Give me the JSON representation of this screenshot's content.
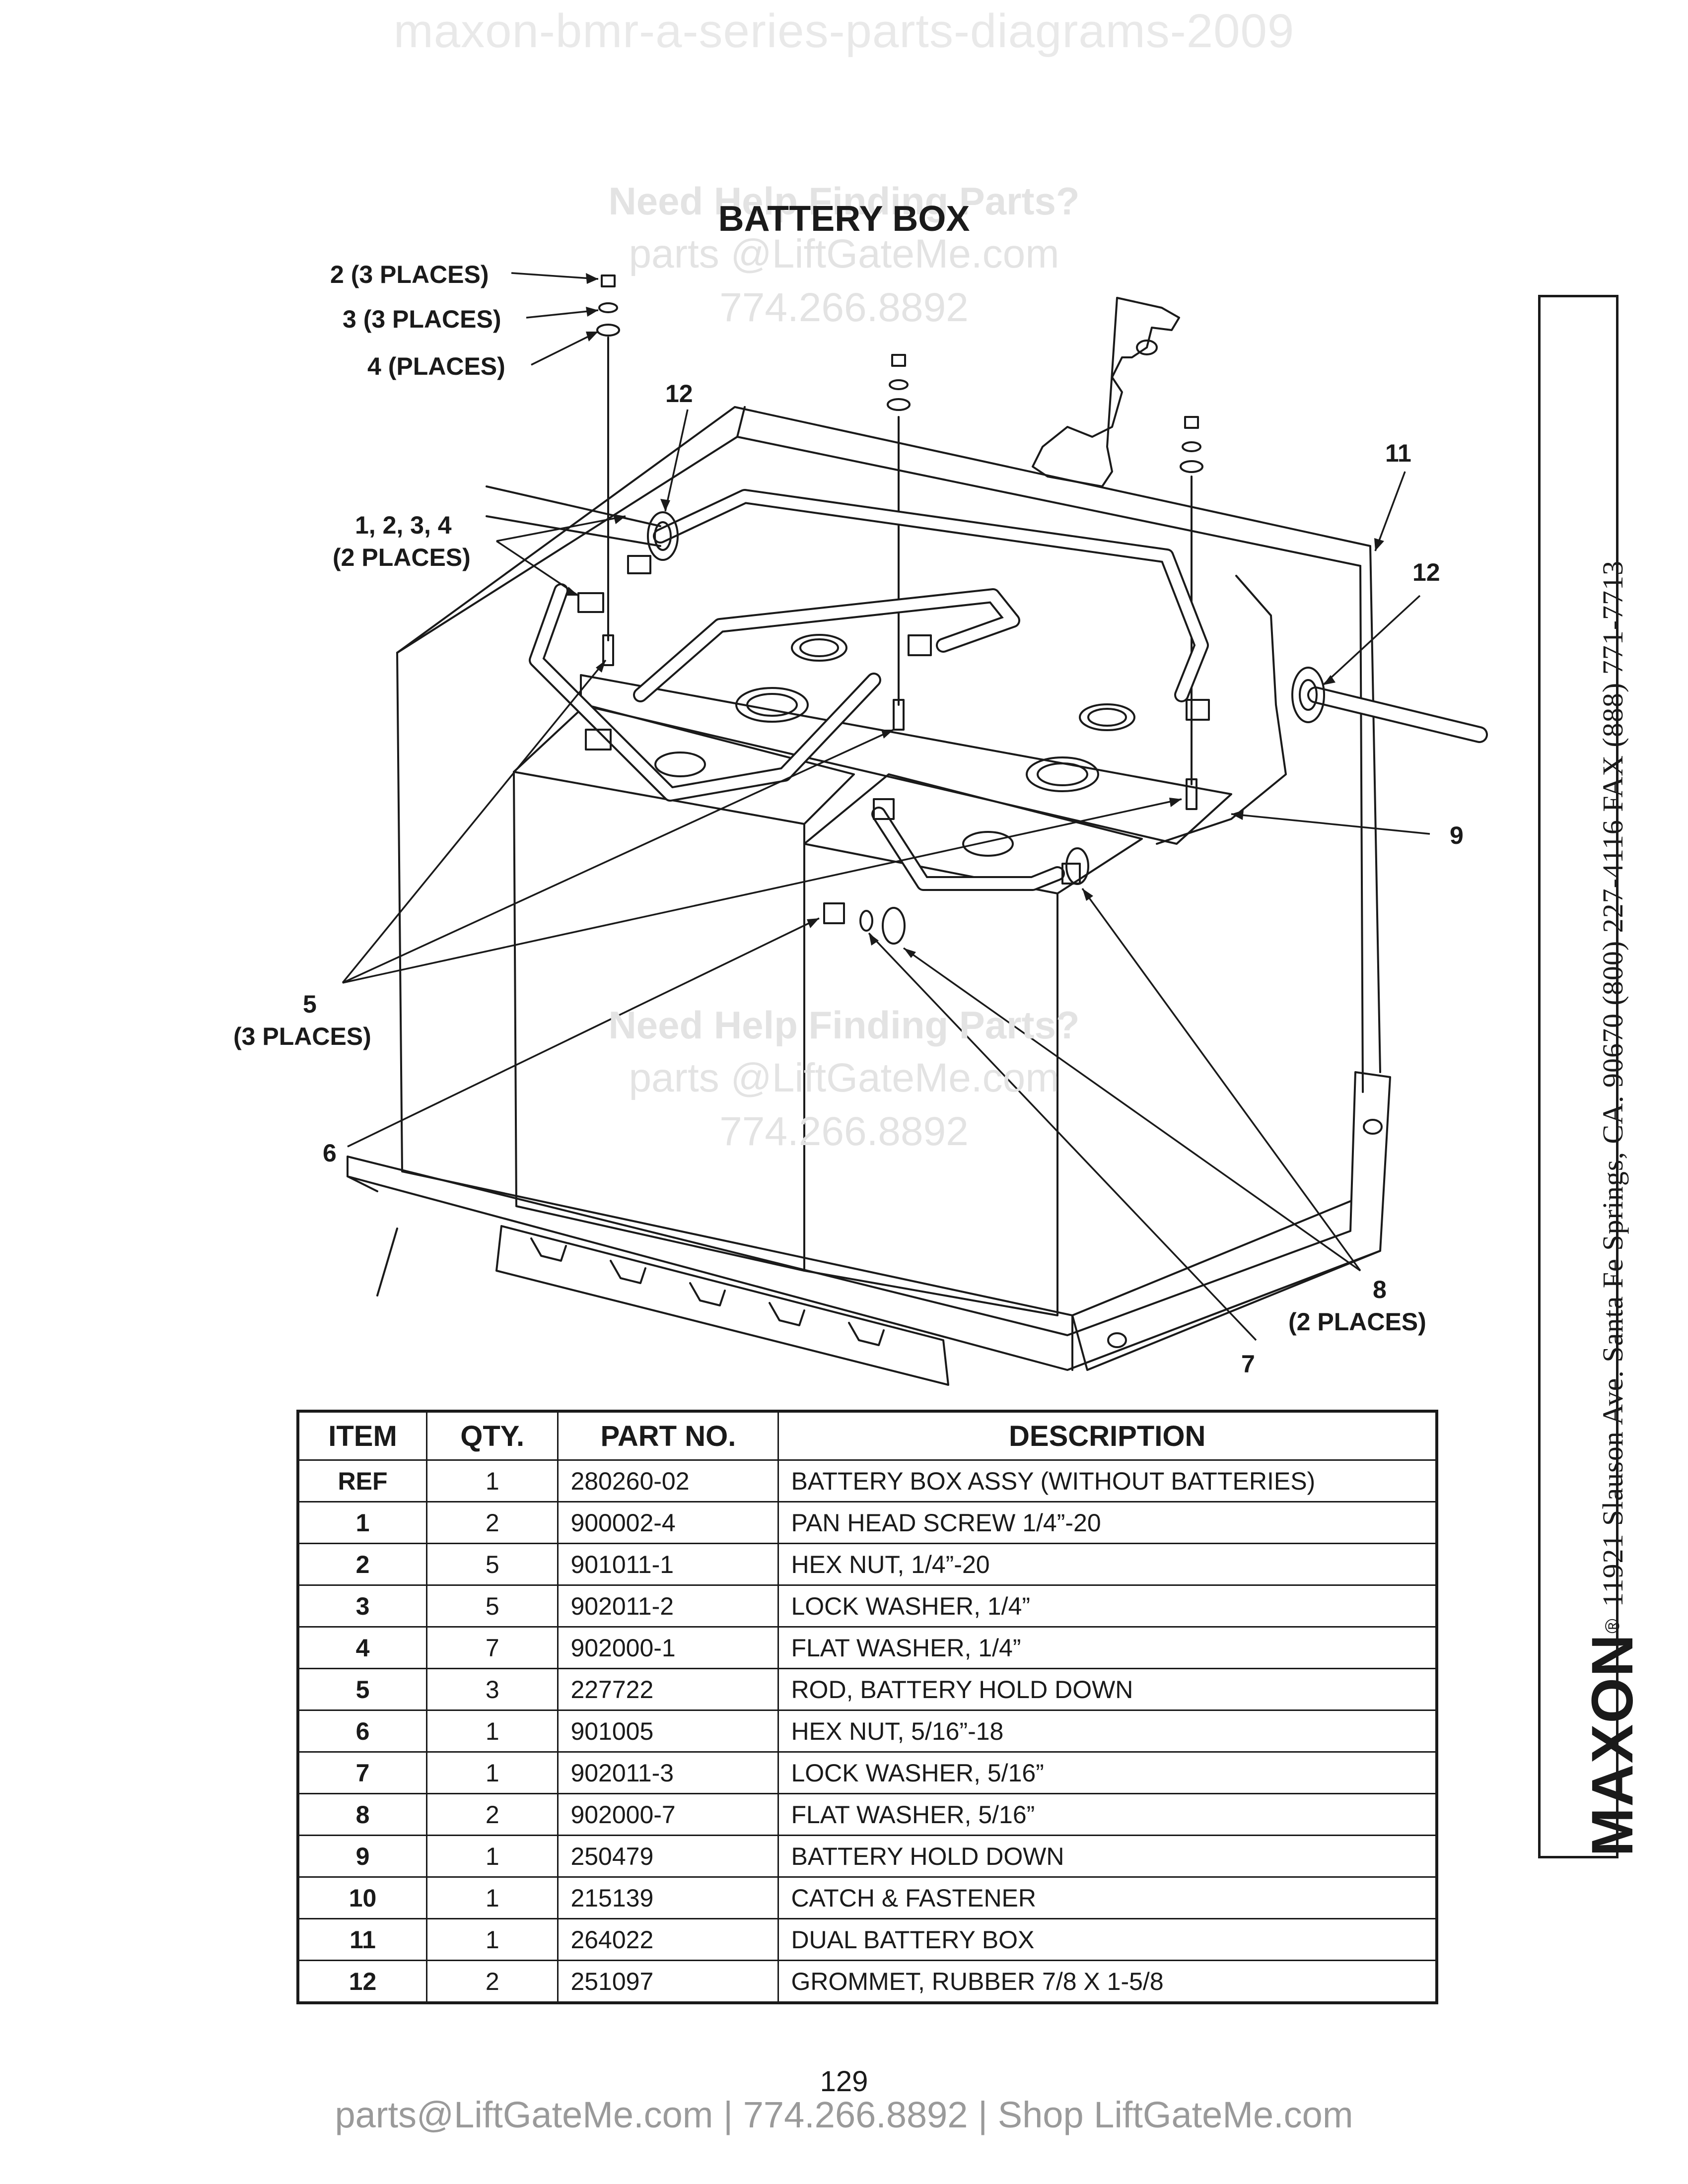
{
  "watermark_top": "maxon-bmr-a-series-parts-diagrams-2009",
  "watermark_help": {
    "heading": "Need Help Finding Parts?",
    "email": "parts @LiftGateMe.com",
    "phone": "774.266.8892"
  },
  "title": "BATTERY BOX",
  "callouts": {
    "c2": "2 (3 PLACES)",
    "c3": "3 (3 PLACES)",
    "c4": "4 (PLACES)",
    "c12a": "12",
    "c1234": "1, 2, 3, 4",
    "c1234b": "(2 PLACES)",
    "c11": "11",
    "c12b": "12",
    "c9": "9",
    "c5": "5",
    "c5b": "(3 PLACES)",
    "c6": "6",
    "c8": "8",
    "c8b": "(2 PLACES)",
    "c7": "7"
  },
  "sidebar": {
    "brand": "MAXON",
    "reg": "®",
    "address": "11921 Slauson Ave.   Santa Fe Springs, CA.   90670   (800) 227-4116   FAX (888) 771-7713"
  },
  "table": {
    "headers": [
      "ITEM",
      "QTY.",
      "PART NO.",
      "DESCRIPTION"
    ],
    "rows": [
      [
        "REF",
        "1",
        "280260-02",
        "BATTERY BOX ASSY (WITHOUT BATTERIES)"
      ],
      [
        "1",
        "2",
        "900002-4",
        "PAN HEAD SCREW 1/4”-20"
      ],
      [
        "2",
        "5",
        "901011-1",
        "HEX NUT, 1/4”-20"
      ],
      [
        "3",
        "5",
        "902011-2",
        "LOCK WASHER, 1/4”"
      ],
      [
        "4",
        "7",
        "902000-1",
        "FLAT WASHER, 1/4”"
      ],
      [
        "5",
        "3",
        "227722",
        "ROD, BATTERY HOLD DOWN"
      ],
      [
        "6",
        "1",
        "901005",
        "HEX NUT, 5/16”-18"
      ],
      [
        "7",
        "1",
        "902011-3",
        "LOCK WASHER, 5/16”"
      ],
      [
        "8",
        "2",
        "902000-7",
        "FLAT WASHER, 5/16”"
      ],
      [
        "9",
        "1",
        "250479",
        "BATTERY HOLD DOWN"
      ],
      [
        "10",
        "1",
        "215139",
        "CATCH & FASTENER"
      ],
      [
        "11",
        "1",
        "264022",
        "DUAL BATTERY BOX"
      ],
      [
        "12",
        "2",
        "251097",
        "GROMMET, RUBBER 7/8 X 1-5/8"
      ]
    ]
  },
  "page_number": "129",
  "footer": "parts@LiftGateMe.com | 774.266.8892 | Shop LiftGateMe.com"
}
